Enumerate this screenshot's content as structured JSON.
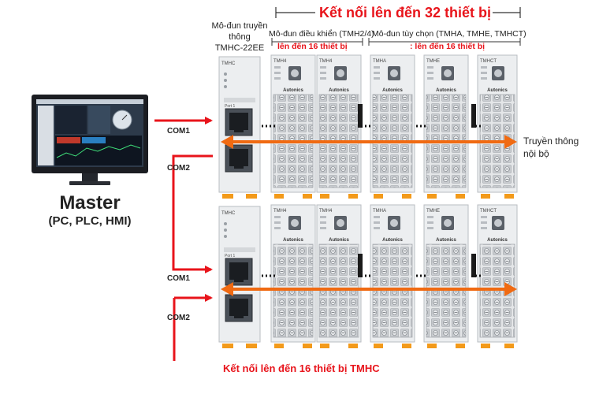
{
  "colors": {
    "accent_red": "#e8141b",
    "accent_orange": "#f06a12",
    "module_body": "#eceef0",
    "terminal": "#d6d9dc",
    "text_dark": "#222222",
    "monitor_frame": "#1b1d22"
  },
  "header": {
    "title": "Kết nối lên đến 32 thiết bị"
  },
  "labels": {
    "comm_module": "Mô-đun truyền thông",
    "comm_module_line1": "Mô-đun truyền",
    "comm_module_line2": "thông",
    "comm_module_model": "TMHC-22EE",
    "control_module": "Mô-đun điều khiển (TMH2/4)",
    "control_limit": "lên đến 16 thiết bị",
    "option_module": "Mô-đun tùy chọn (TMHA, TMHE, TMHCT)",
    "option_limit": ": lên đến 16 thiết bị",
    "internal_comm_line1": "Truyền thông",
    "internal_comm_line2": "nội bộ",
    "master_title": "Master",
    "master_sub": "(PC, PLC, HMI)",
    "footer": "Kết nối lên đến 16 thiết bị TMHC"
  },
  "ports": [
    "COM1",
    "COM2",
    "COM1",
    "COM2"
  ],
  "module_labels": {
    "comm": "TMHC",
    "control": "TMH4",
    "opt1": "TMHA",
    "opt2": "TMHE",
    "opt3": "TMHCT",
    "brand": "Autonics",
    "port_label": "Port 1"
  },
  "icons": [
    "monitor-icon",
    "ethernet-port-icon",
    "rotary-switch-icon",
    "arrow-right-icon",
    "double-arrow-icon"
  ]
}
